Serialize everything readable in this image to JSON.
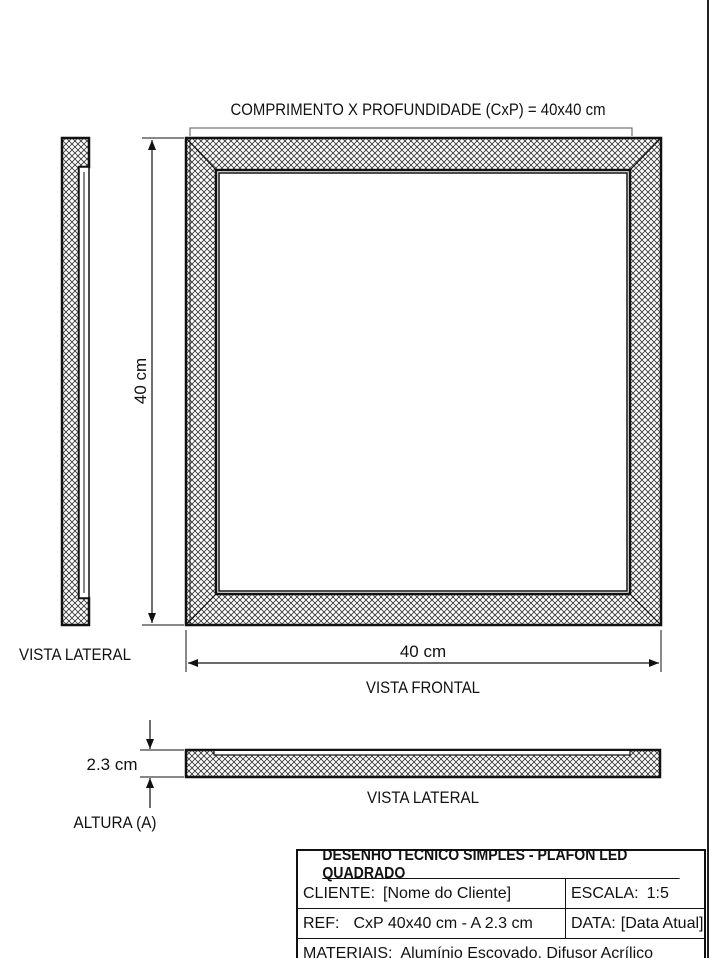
{
  "drawing": {
    "top_dimension_label": "COMPRIMENTO X PROFUNDIDADE (CxP) = 40x40 cm",
    "height_dimension_label": "40 cm",
    "width_dimension_label": "40 cm",
    "front_view_label": "VISTA FRONTAL",
    "side_view_label_left": "VISTA LATERAL",
    "side_view_label_bottom": "VISTA LATERAL",
    "thickness_dimension_label": "2.3 cm",
    "height_caption": "ALTURA (A)"
  },
  "title_block": {
    "title": "DESENHO TÉCNICO SIMPLES - PLAFON LED QUADRADO",
    "client_label": "CLIENTE:",
    "client_value": "[Nome do Cliente]",
    "scale_label": "ESCALA:",
    "scale_value": "1:5",
    "ref_label": "REF:",
    "ref_value": "CxP 40x40 cm - A 2.3 cm",
    "date_label": "DATA:",
    "date_value": "[Data Atual]",
    "materials_label": "MATERIAIS:",
    "materials_value": "Alumínio Escovado, Difusor Acrílico"
  }
}
